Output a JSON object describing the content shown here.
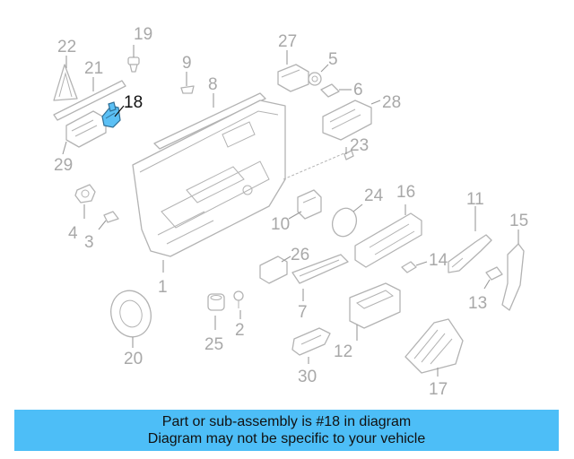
{
  "diagram": {
    "highlighted_part": "18",
    "callouts": {
      "c1": "1",
      "c2": "2",
      "c3": "3",
      "c4": "4",
      "c5": "5",
      "c6": "6",
      "c7": "7",
      "c8": "8",
      "c9": "9",
      "c10": "10",
      "c11": "11",
      "c12": "12",
      "c13": "13",
      "c14": "14",
      "c15": "15",
      "c16": "16",
      "c17": "17",
      "c18": "18",
      "c19": "19",
      "c20": "20",
      "c21": "21",
      "c22": "22",
      "c23": "23",
      "c24": "24",
      "c25": "25",
      "c26": "26",
      "c27": "27",
      "c28": "28",
      "c29": "29",
      "c30": "30"
    }
  },
  "banner": {
    "line1": "Part or sub-assembly is #18 in diagram",
    "line2": "Diagram may not be specific to your vehicle"
  },
  "colors": {
    "banner_bg": "#4dbef7",
    "highlight_part": "#5bc0f5",
    "line_art": "#b3b3b3",
    "callout_text": "#a8a8a8",
    "highlight_text": "#111111"
  }
}
